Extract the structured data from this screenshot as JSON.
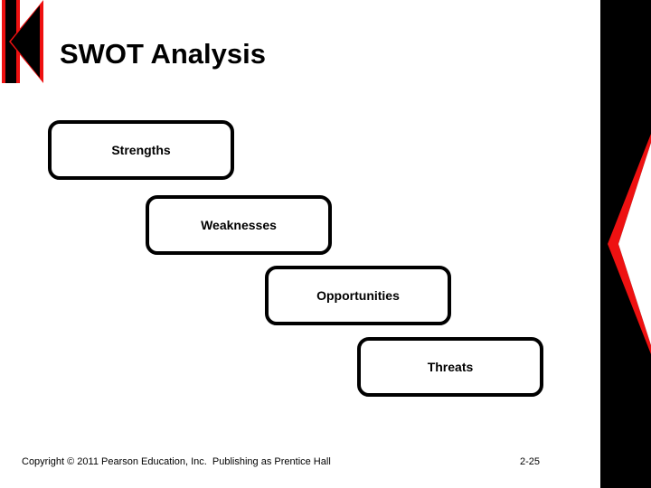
{
  "slide": {
    "title": "SWOT Analysis",
    "background_color": "#ffffff",
    "accent_black": "#000000",
    "accent_red": "#ee1111"
  },
  "logo": {
    "name": "k-logo",
    "description": "stylized K mark, black bar and left-pointing triangle with red outline"
  },
  "decor": {
    "right_band_name": "right-black-band",
    "chevron_name": "right-white-chevron"
  },
  "swot": {
    "boxes": [
      {
        "label": "Strengths"
      },
      {
        "label": "Weaknesses"
      },
      {
        "label": "Opportunities"
      },
      {
        "label": "Threats"
      }
    ]
  },
  "footer": {
    "copyright": "Copyright © 2011 Pearson Education, Inc.  Publishing as Prentice Hall",
    "page_number": "2-25"
  }
}
